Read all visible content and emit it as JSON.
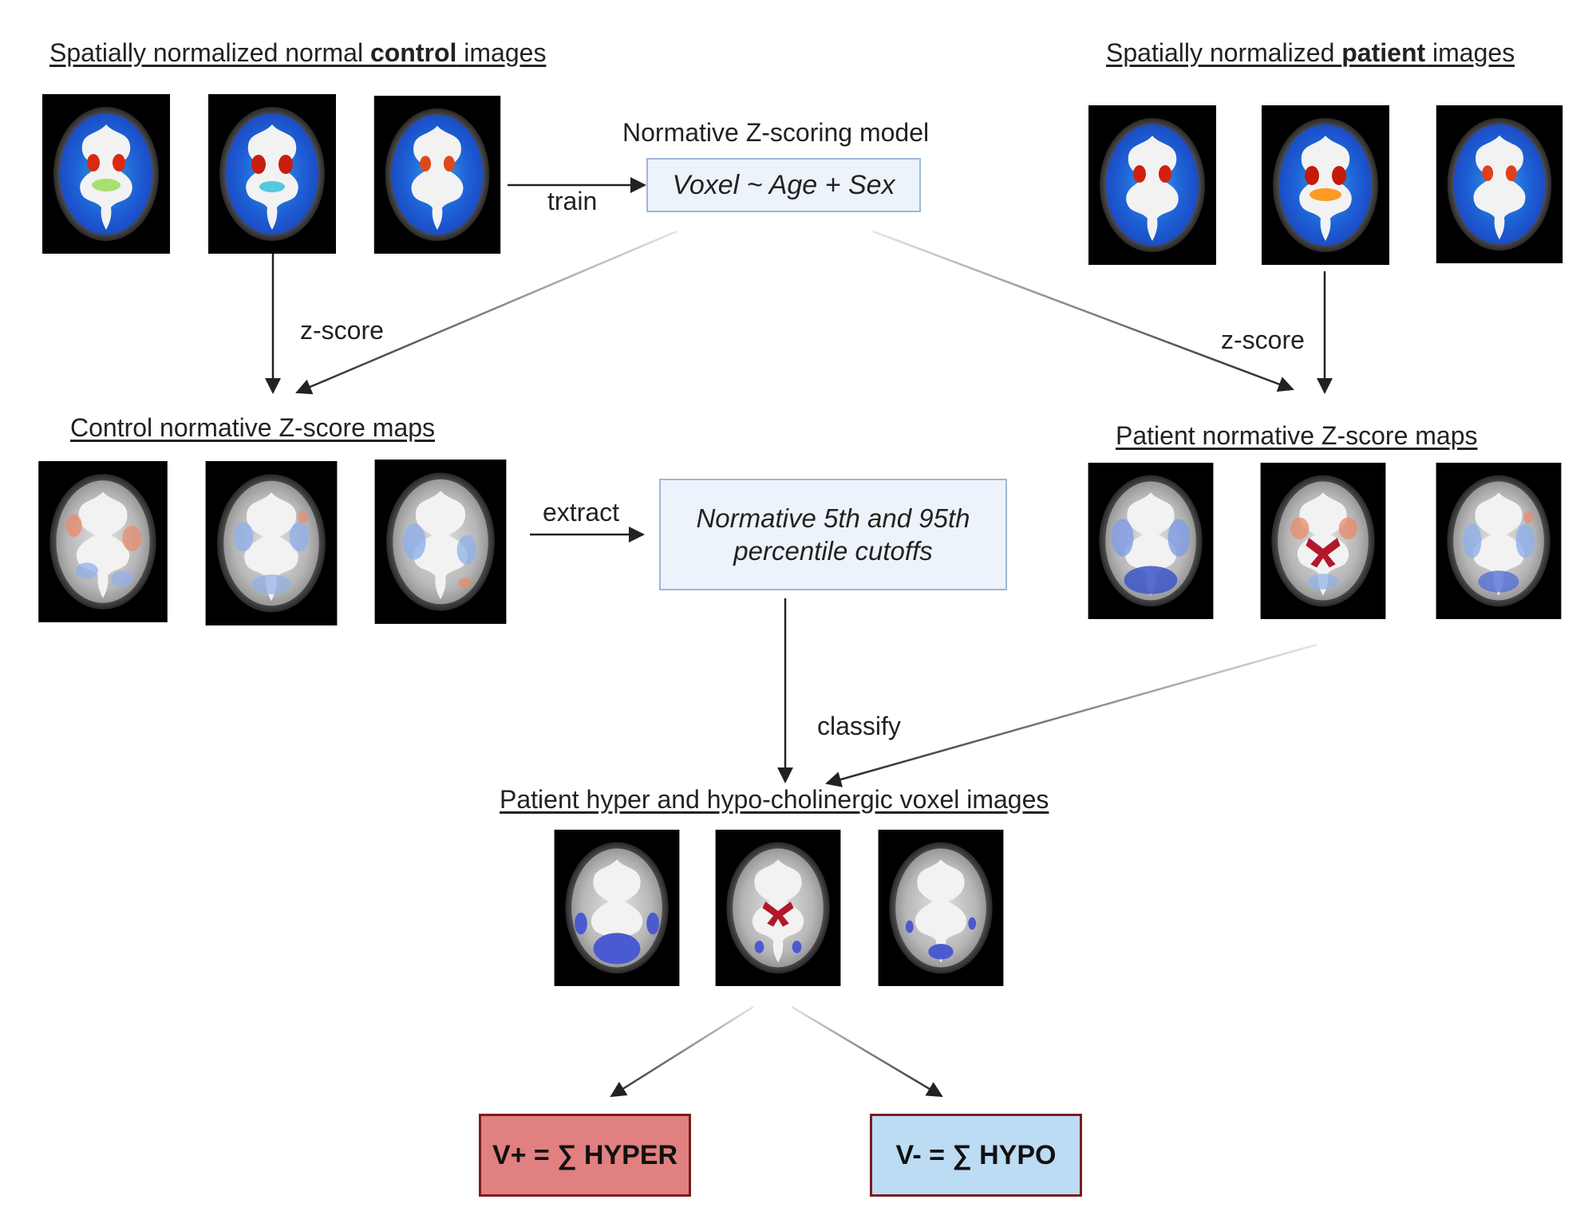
{
  "controls_heading": {
    "prefix": "Spatially normalized normal ",
    "bold": "control",
    "suffix": " images"
  },
  "patients_heading": {
    "prefix": "Spatially normalized ",
    "bold": "patient",
    "suffix": " images"
  },
  "model_title": "Normative Z-scoring model",
  "model_formula": "Voxel ~ Age + Sex",
  "edge_train": "train",
  "edge_zscore_left": "z-score",
  "edge_zscore_right": "z-score",
  "edge_extract": "extract",
  "edge_classify": "classify",
  "control_maps_heading": "Control normative Z-score maps",
  "patient_maps_heading": "Patient normative Z-score maps",
  "cutoffs_line1": "Normative 5th and 95th",
  "cutoffs_line2": "percentile cutoffs",
  "voxel_images_heading": "Patient hyper and hypo-cholinergic voxel images",
  "hyper_formula": "V+ = ∑ HYPER",
  "hypo_formula": "V- = ∑ HYPO",
  "colors": {
    "arrow": "#222222",
    "box_border": "#9fb6d8",
    "box_fill": "#edf3fb",
    "hyper_fill": "#e08080",
    "hypo_fill": "#bcdcf4",
    "output_border": "#7a1c22"
  }
}
